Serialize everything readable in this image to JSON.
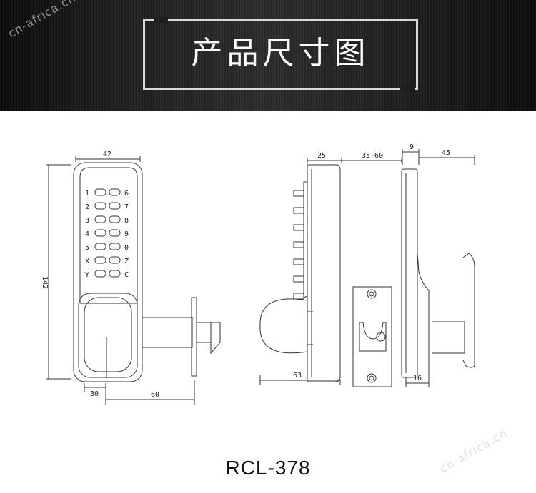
{
  "banner": {
    "title": "产品尺寸图"
  },
  "watermarks": [
    "cn-africa.cn",
    "cn-africa.cn"
  ],
  "front_view": {
    "keys_left": [
      "1",
      "2",
      "3",
      "4",
      "5",
      "X",
      "Y"
    ],
    "keys_right": [
      "6",
      "7",
      "8",
      "9",
      "0",
      "Z",
      "C"
    ],
    "dims": {
      "width": "42",
      "height": "142",
      "knob": "30",
      "spindle": "60"
    }
  },
  "side_view": {
    "dims": {
      "body": "25",
      "door": "35-60",
      "depth": "63"
    }
  },
  "back_view": {
    "dims": {
      "plate": "9",
      "lever": "45",
      "base": "16"
    }
  },
  "model": "RCL-378"
}
